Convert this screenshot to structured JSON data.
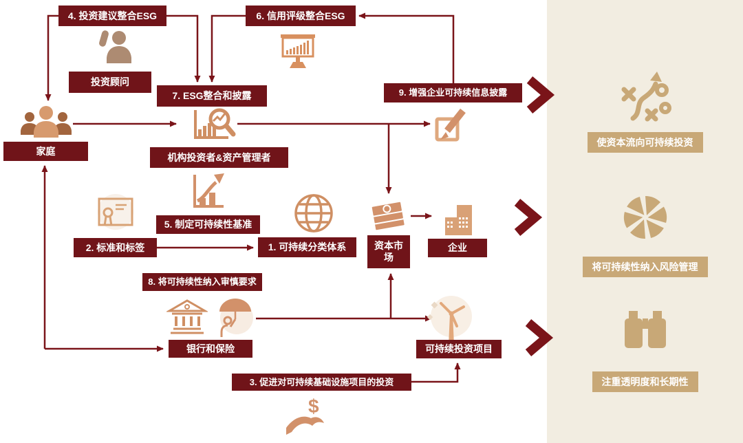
{
  "palette": {
    "box_maroon": "#701419",
    "arrow_maroon": "#7a1419",
    "icon_orange": "#d2916a",
    "icon_orange_dark": "#a2653e",
    "panel_beige": "#f2ede1",
    "panel_tan": "#c8a877",
    "text_on_dark": "#ffffff"
  },
  "nodes": {
    "box4": "4. 投资建议整合ESG",
    "box6": "6. 信用评级整合ESG",
    "advisor": "投资顾问",
    "box7": "7. ESG整合和披露",
    "box9": "9. 增强企业可持续信息披露",
    "household": "家庭",
    "investors": "机构投资者&资产管理者",
    "box5": "5. 制定可持续性基准",
    "box2": "2. 标准和标签",
    "box1": "1. 可持续分类体系",
    "capital_market": "资本市场",
    "enterprise": "企业",
    "box8": "8. 将可持续性纳入审慎要求",
    "banks": "银行和保险",
    "projects": "可持续投资项目",
    "box3": "3. 促进对可持续基础设施项目的投资"
  },
  "right_panel": {
    "items": [
      {
        "icon": "strategy-icon",
        "label": "使资本流向可持续投资"
      },
      {
        "icon": "aperture-icon",
        "label": "将可持续性纳入风险管理"
      },
      {
        "icon": "binoculars-icon",
        "label": "注重透明度和长期性"
      }
    ]
  },
  "icons": {
    "advisor-icon": "person-with-phone",
    "presentation-icon": "bar-chart-presentation-board",
    "household-icon": "three-people-group",
    "investors-icon": "bar-chart-with-magnifier",
    "pencil-icon": "edit-square-pencil",
    "certificate-icon": "certificate-with-seal",
    "growth-chart-icon": "rising-bar-chart-arrow",
    "globe-icon": "globe-grid",
    "money-icon": "banknote-stack",
    "building-icon": "office-building",
    "bank-icon": "bank-with-columns",
    "umbrella-person-icon": "person-under-umbrella",
    "wind-turbine-icon": "wind-turbine",
    "hand-dollar-icon": "hand-holding-dollar",
    "strategy-icon": "tactics-x-o-arrow",
    "aperture-icon": "camera-aperture",
    "binoculars-icon": "binoculars",
    "chevron-icon": "right-chevron"
  }
}
